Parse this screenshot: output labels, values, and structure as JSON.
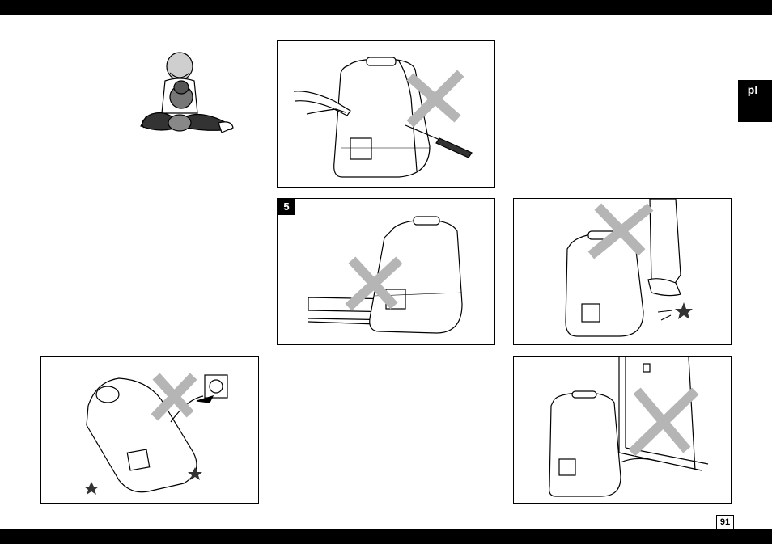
{
  "language_tab": "pl",
  "page_number": "91",
  "panels": {
    "tools": {
      "step": ""
    },
    "tilt": {
      "step": "5"
    },
    "kick": {
      "step": ""
    },
    "unplug": {
      "step": ""
    },
    "door": {
      "step": ""
    }
  },
  "icons": {
    "cross": "cross-icon",
    "star": "star-icon"
  },
  "colors": {
    "cross": "#b5b5b5",
    "bars": "#000000"
  }
}
